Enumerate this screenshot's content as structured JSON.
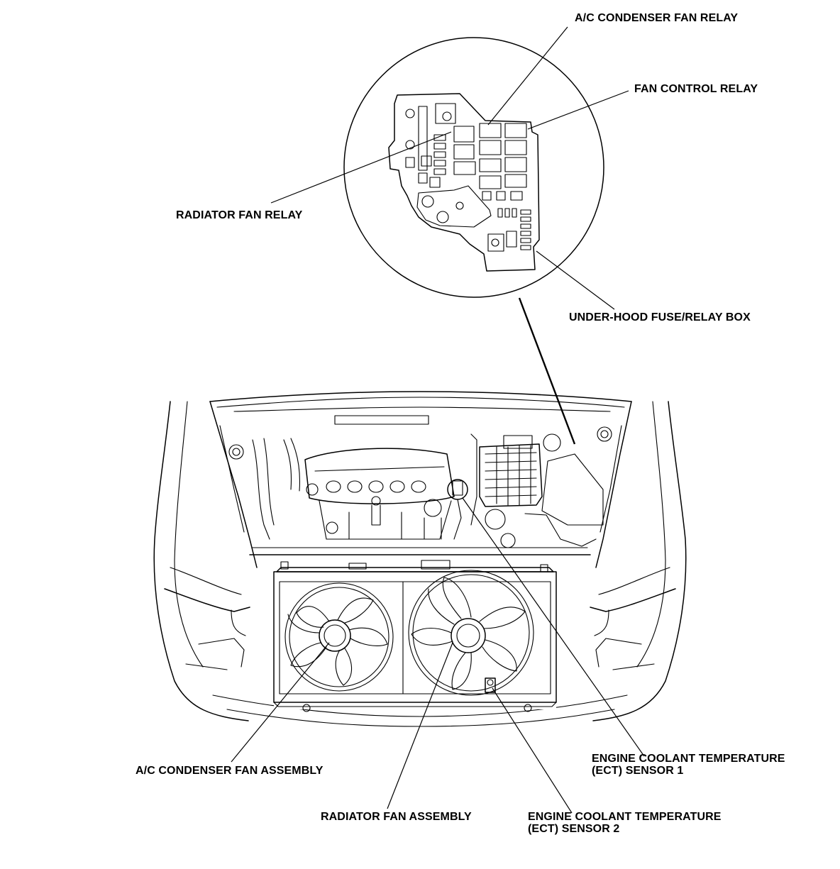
{
  "labels": {
    "ac_condenser_fan_relay": "A/C CONDENSER FAN RELAY",
    "fan_control_relay": "FAN CONTROL RELAY",
    "radiator_fan_relay": "RADIATOR FAN RELAY",
    "under_hood_fuse_relay_box": "UNDER-HOOD FUSE/RELAY BOX",
    "ect_sensor_1_line1": "ENGINE COOLANT TEMPERATURE",
    "ect_sensor_1_line2": "(ECT) SENSOR 1",
    "ac_condenser_fan_assembly": "A/C CONDENSER FAN ASSEMBLY",
    "radiator_fan_assembly": "RADIATOR FAN ASSEMBLY",
    "ect_sensor_2_line1": "ENGINE COOLANT TEMPERATURE",
    "ect_sensor_2_line2": "(ECT) SENSOR 2"
  }
}
